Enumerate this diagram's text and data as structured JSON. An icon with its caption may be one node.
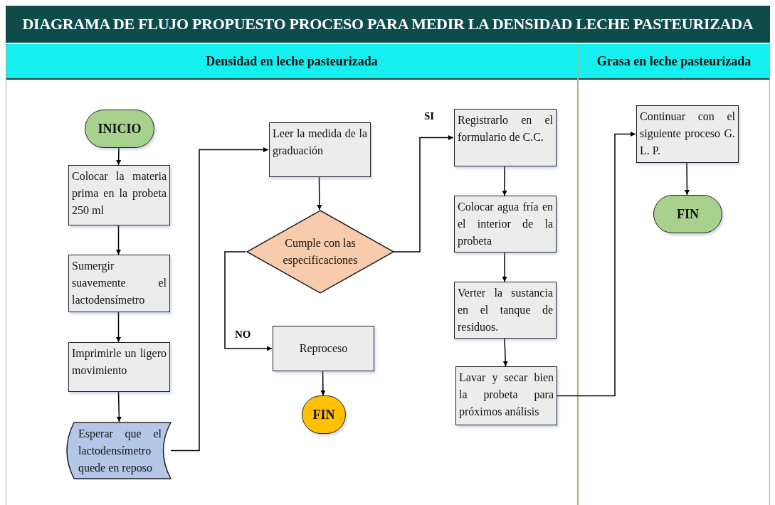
{
  "diagram": {
    "title": "DIAGRAMA DE FLUJO PROPUESTO PROCESO PARA MEDIR LA DENSIDAD LECHE PASTEURIZADA",
    "nodes": [
      {
        "text": [
          "Densidad en leche pasteurizada"
        ]
      },
      {
        "text": [
          "Grasa en leche pasteurizada"
        ]
      },
      {
        "text": [
          "INICIO"
        ],
        "in": 0
      },
      {
        "text": [
          "Colocar la materia prima en la probeta 250 ml"
        ],
        "in": 0
      },
      {
        "text": [
          "Sumergir suavemente el lactodensímetro"
        ],
        "in": 0
      },
      {
        "text": [
          "Imprimirle un ligero movimiento"
        ],
        "in": 0
      },
      {
        "text": [
          "Esperar que el lactodensímetro quede en reposo"
        ],
        "in": 0
      },
      {
        "text": [
          "Leer la medida de la graduación"
        ],
        "in": 0
      },
      {
        "text": [
          "Cumple con las especificaciones"
        ],
        "in": 0
      },
      {
        "text": [
          "Reproceso"
        ],
        "in": 0
      },
      {
        "text": [
          "FIN"
        ],
        "in": 0
      },
      {
        "text": [
          "Registrarlo en el formulario de C.C."
        ],
        "in": 0
      },
      {
        "text": [
          "Colocar agua fría en el interior de la probeta"
        ],
        "in": 0
      },
      {
        "text": [
          "Verter la sustancia en el tanque de residuos."
        ],
        "in": 0
      },
      {
        "text": [
          "Lavar y secar bien la probeta para próximos análisis"
        ],
        "in": 0
      },
      {
        "text": [
          "Continuar con el siguiente proceso G. L. P."
        ],
        "in": 1
      },
      {
        "text": [
          "FIN"
        ],
        "in": 1
      }
    ],
    "edges": [
      {
        "from": 2,
        "to": 3,
        "arrow": "to"
      },
      {
        "from": 3,
        "to": 4,
        "arrow": "to"
      },
      {
        "from": 4,
        "to": 5,
        "arrow": "to"
      },
      {
        "from": 5,
        "to": 6,
        "arrow": "to"
      },
      {
        "from": 6,
        "to": 7,
        "arrow": "to"
      },
      {
        "from": 7,
        "to": 8,
        "arrow": "to"
      },
      {
        "from": 8,
        "to": 11,
        "arrow": "to",
        "label": "SI"
      },
      {
        "from": 8,
        "to": 9,
        "arrow": "to",
        "label": "NO"
      },
      {
        "from": 9,
        "to": 10,
        "arrow": "to"
      },
      {
        "from": 11,
        "to": 12,
        "arrow": "to"
      },
      {
        "from": 12,
        "to": 13,
        "arrow": "to"
      },
      {
        "from": 13,
        "to": 14,
        "arrow": "to"
      },
      {
        "from": 14,
        "to": 15,
        "arrow": "to"
      },
      {
        "from": 15,
        "to": 16,
        "arrow": "to"
      }
    ]
  }
}
